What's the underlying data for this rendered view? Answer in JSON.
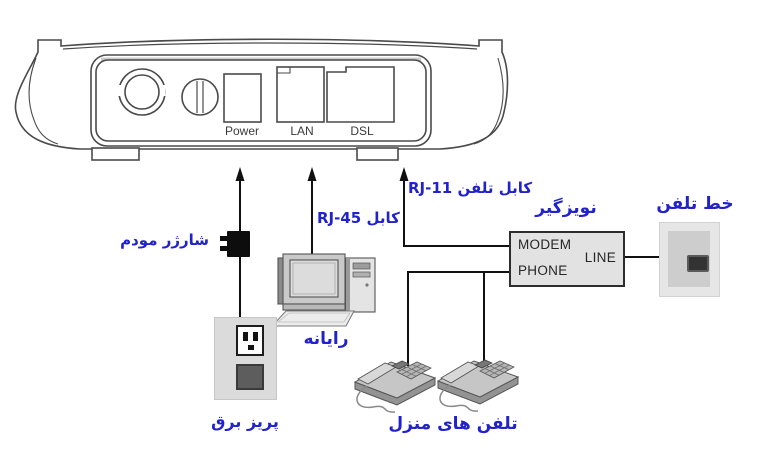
{
  "page": {
    "background": "#ffffff"
  },
  "colors": {
    "label_blue": "#2222cc",
    "line_art": "#4a4a4a",
    "wire": "#111111",
    "splitter_fill": "#e2e2e2"
  },
  "modem_panel": {
    "port_labels": {
      "power": "Power",
      "lan": "LAN",
      "dsl": "DSL"
    }
  },
  "cable_labels": {
    "power_charger": "شارژر مودم",
    "rj45": "کابل RJ-45",
    "rj11": "کابل تلفن RJ-11"
  },
  "device_labels": {
    "noise_filter": "نویزگیر",
    "phone_line_jack": "خط تلفن",
    "computer": "رایانه",
    "power_outlet": "پریز برق",
    "home_phones": "تلفن های منزل"
  },
  "splitter": {
    "ports": {
      "modem": "MODEM",
      "phone": "PHONE",
      "line": "LINE"
    }
  }
}
